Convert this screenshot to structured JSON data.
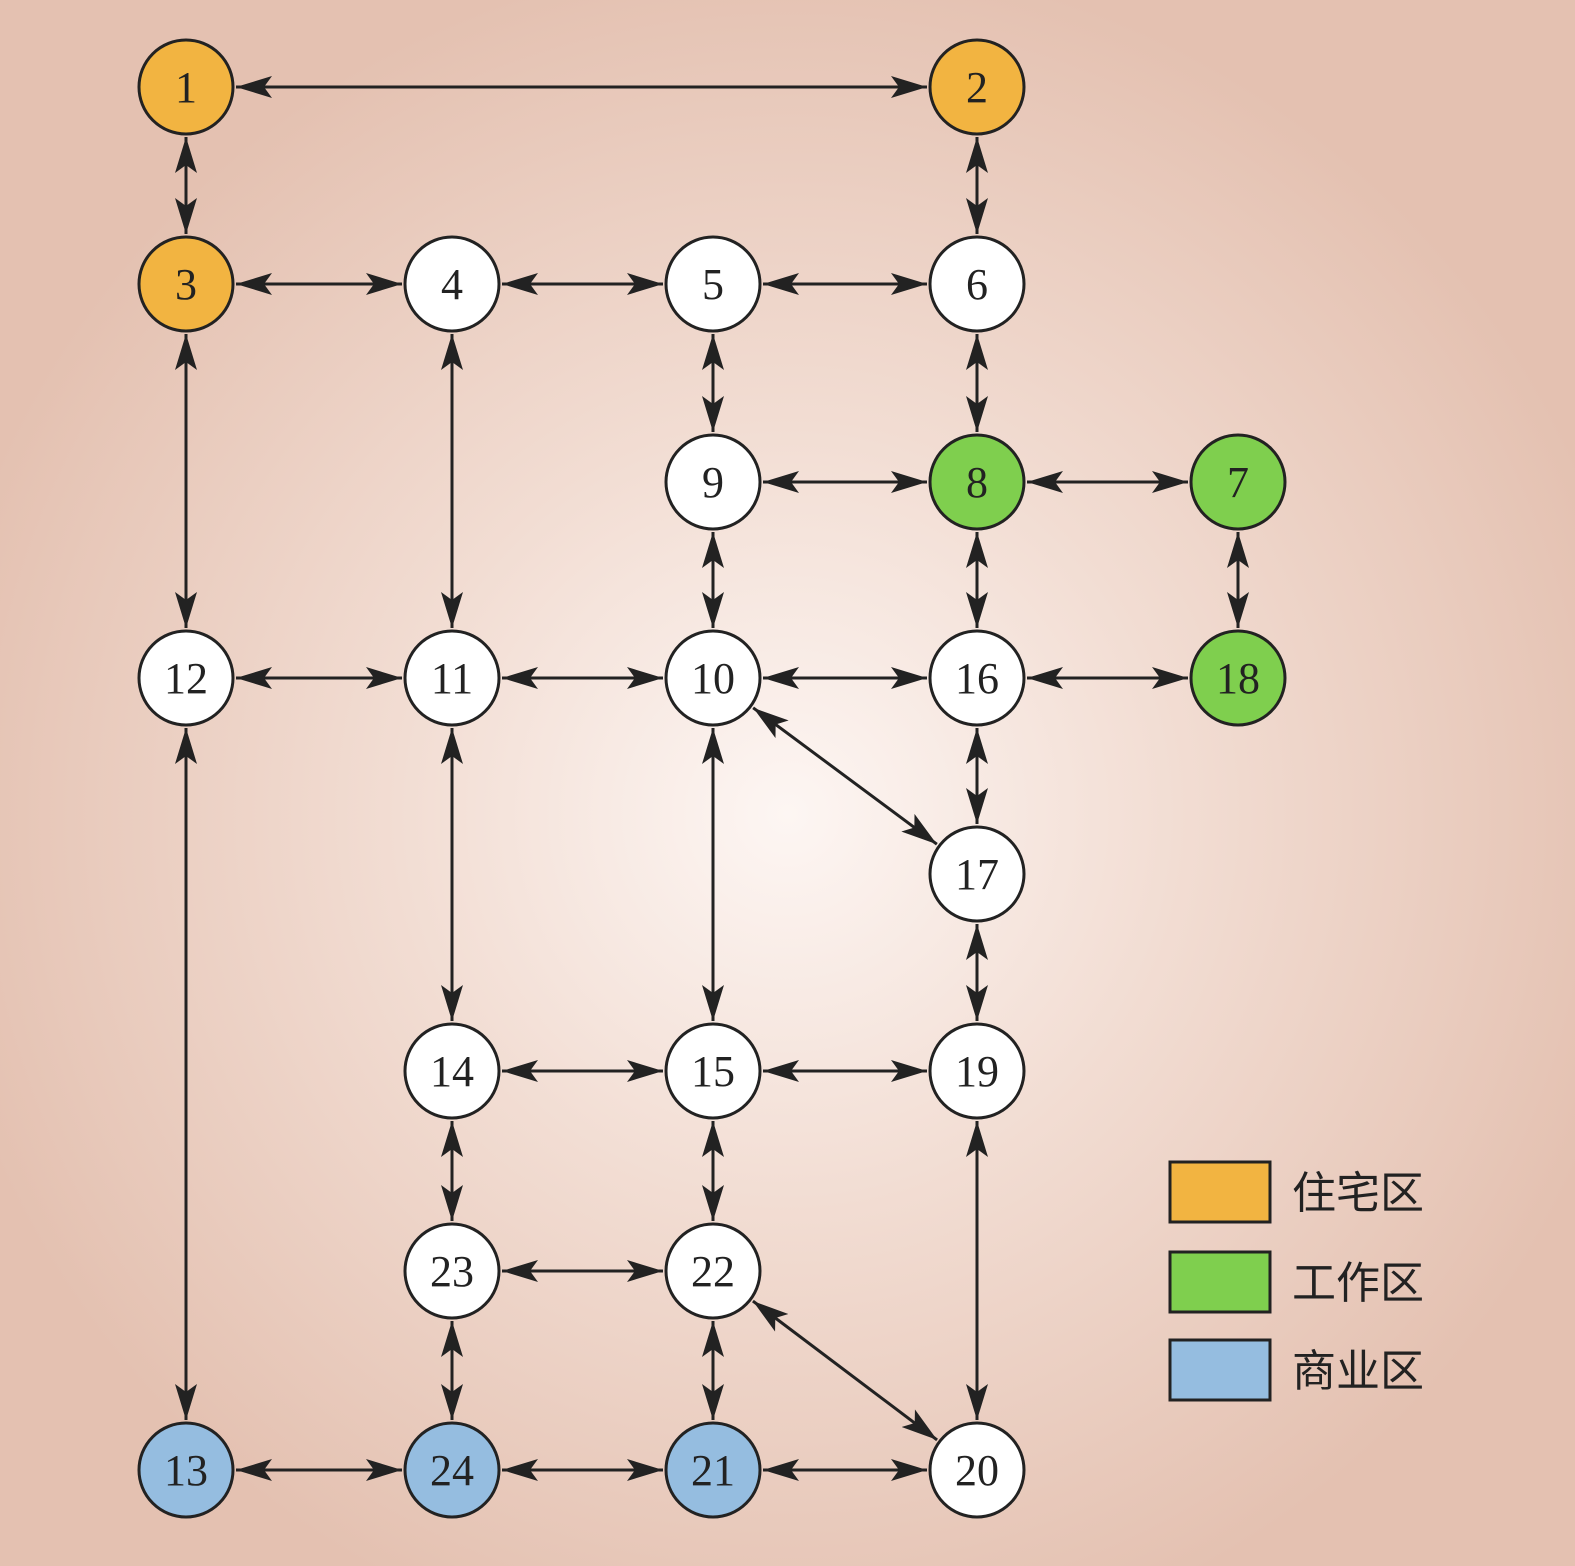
{
  "colors": {
    "residential": "#f2b441",
    "work": "#7fcf4e",
    "commercial": "#95bde0",
    "default": "#ffffff",
    "edge": "#222222"
  },
  "nodes": [
    {
      "id": "1",
      "zone": "residential"
    },
    {
      "id": "2",
      "zone": "residential"
    },
    {
      "id": "3",
      "zone": "residential"
    },
    {
      "id": "4",
      "zone": "default"
    },
    {
      "id": "5",
      "zone": "default"
    },
    {
      "id": "6",
      "zone": "default"
    },
    {
      "id": "7",
      "zone": "work"
    },
    {
      "id": "8",
      "zone": "work"
    },
    {
      "id": "9",
      "zone": "default"
    },
    {
      "id": "10",
      "zone": "default"
    },
    {
      "id": "11",
      "zone": "default"
    },
    {
      "id": "12",
      "zone": "default"
    },
    {
      "id": "13",
      "zone": "commercial"
    },
    {
      "id": "14",
      "zone": "default"
    },
    {
      "id": "15",
      "zone": "default"
    },
    {
      "id": "16",
      "zone": "default"
    },
    {
      "id": "17",
      "zone": "default"
    },
    {
      "id": "18",
      "zone": "work"
    },
    {
      "id": "19",
      "zone": "default"
    },
    {
      "id": "20",
      "zone": "default"
    },
    {
      "id": "21",
      "zone": "commercial"
    },
    {
      "id": "22",
      "zone": "default"
    },
    {
      "id": "23",
      "zone": "default"
    },
    {
      "id": "24",
      "zone": "commercial"
    }
  ],
  "edges": [
    [
      "1",
      "2"
    ],
    [
      "1",
      "3"
    ],
    [
      "2",
      "6"
    ],
    [
      "3",
      "4"
    ],
    [
      "4",
      "5"
    ],
    [
      "5",
      "6"
    ],
    [
      "3",
      "12"
    ],
    [
      "4",
      "11"
    ],
    [
      "5",
      "9"
    ],
    [
      "6",
      "8"
    ],
    [
      "9",
      "8"
    ],
    [
      "8",
      "7"
    ],
    [
      "9",
      "10"
    ],
    [
      "8",
      "16"
    ],
    [
      "7",
      "18"
    ],
    [
      "12",
      "11"
    ],
    [
      "11",
      "10"
    ],
    [
      "10",
      "16"
    ],
    [
      "16",
      "18"
    ],
    [
      "10",
      "17"
    ],
    [
      "16",
      "17"
    ],
    [
      "12",
      "13"
    ],
    [
      "11",
      "14"
    ],
    [
      "10",
      "15"
    ],
    [
      "17",
      "19"
    ],
    [
      "14",
      "15"
    ],
    [
      "15",
      "19"
    ],
    [
      "14",
      "23"
    ],
    [
      "15",
      "22"
    ],
    [
      "19",
      "20"
    ],
    [
      "23",
      "22"
    ],
    [
      "22",
      "20"
    ],
    [
      "23",
      "24"
    ],
    [
      "22",
      "21"
    ],
    [
      "13",
      "24"
    ],
    [
      "24",
      "21"
    ],
    [
      "21",
      "20"
    ]
  ],
  "legend": [
    {
      "label": "住宅区",
      "zone": "residential"
    },
    {
      "label": "工作区",
      "zone": "work"
    },
    {
      "label": "商业区",
      "zone": "commercial"
    }
  ]
}
